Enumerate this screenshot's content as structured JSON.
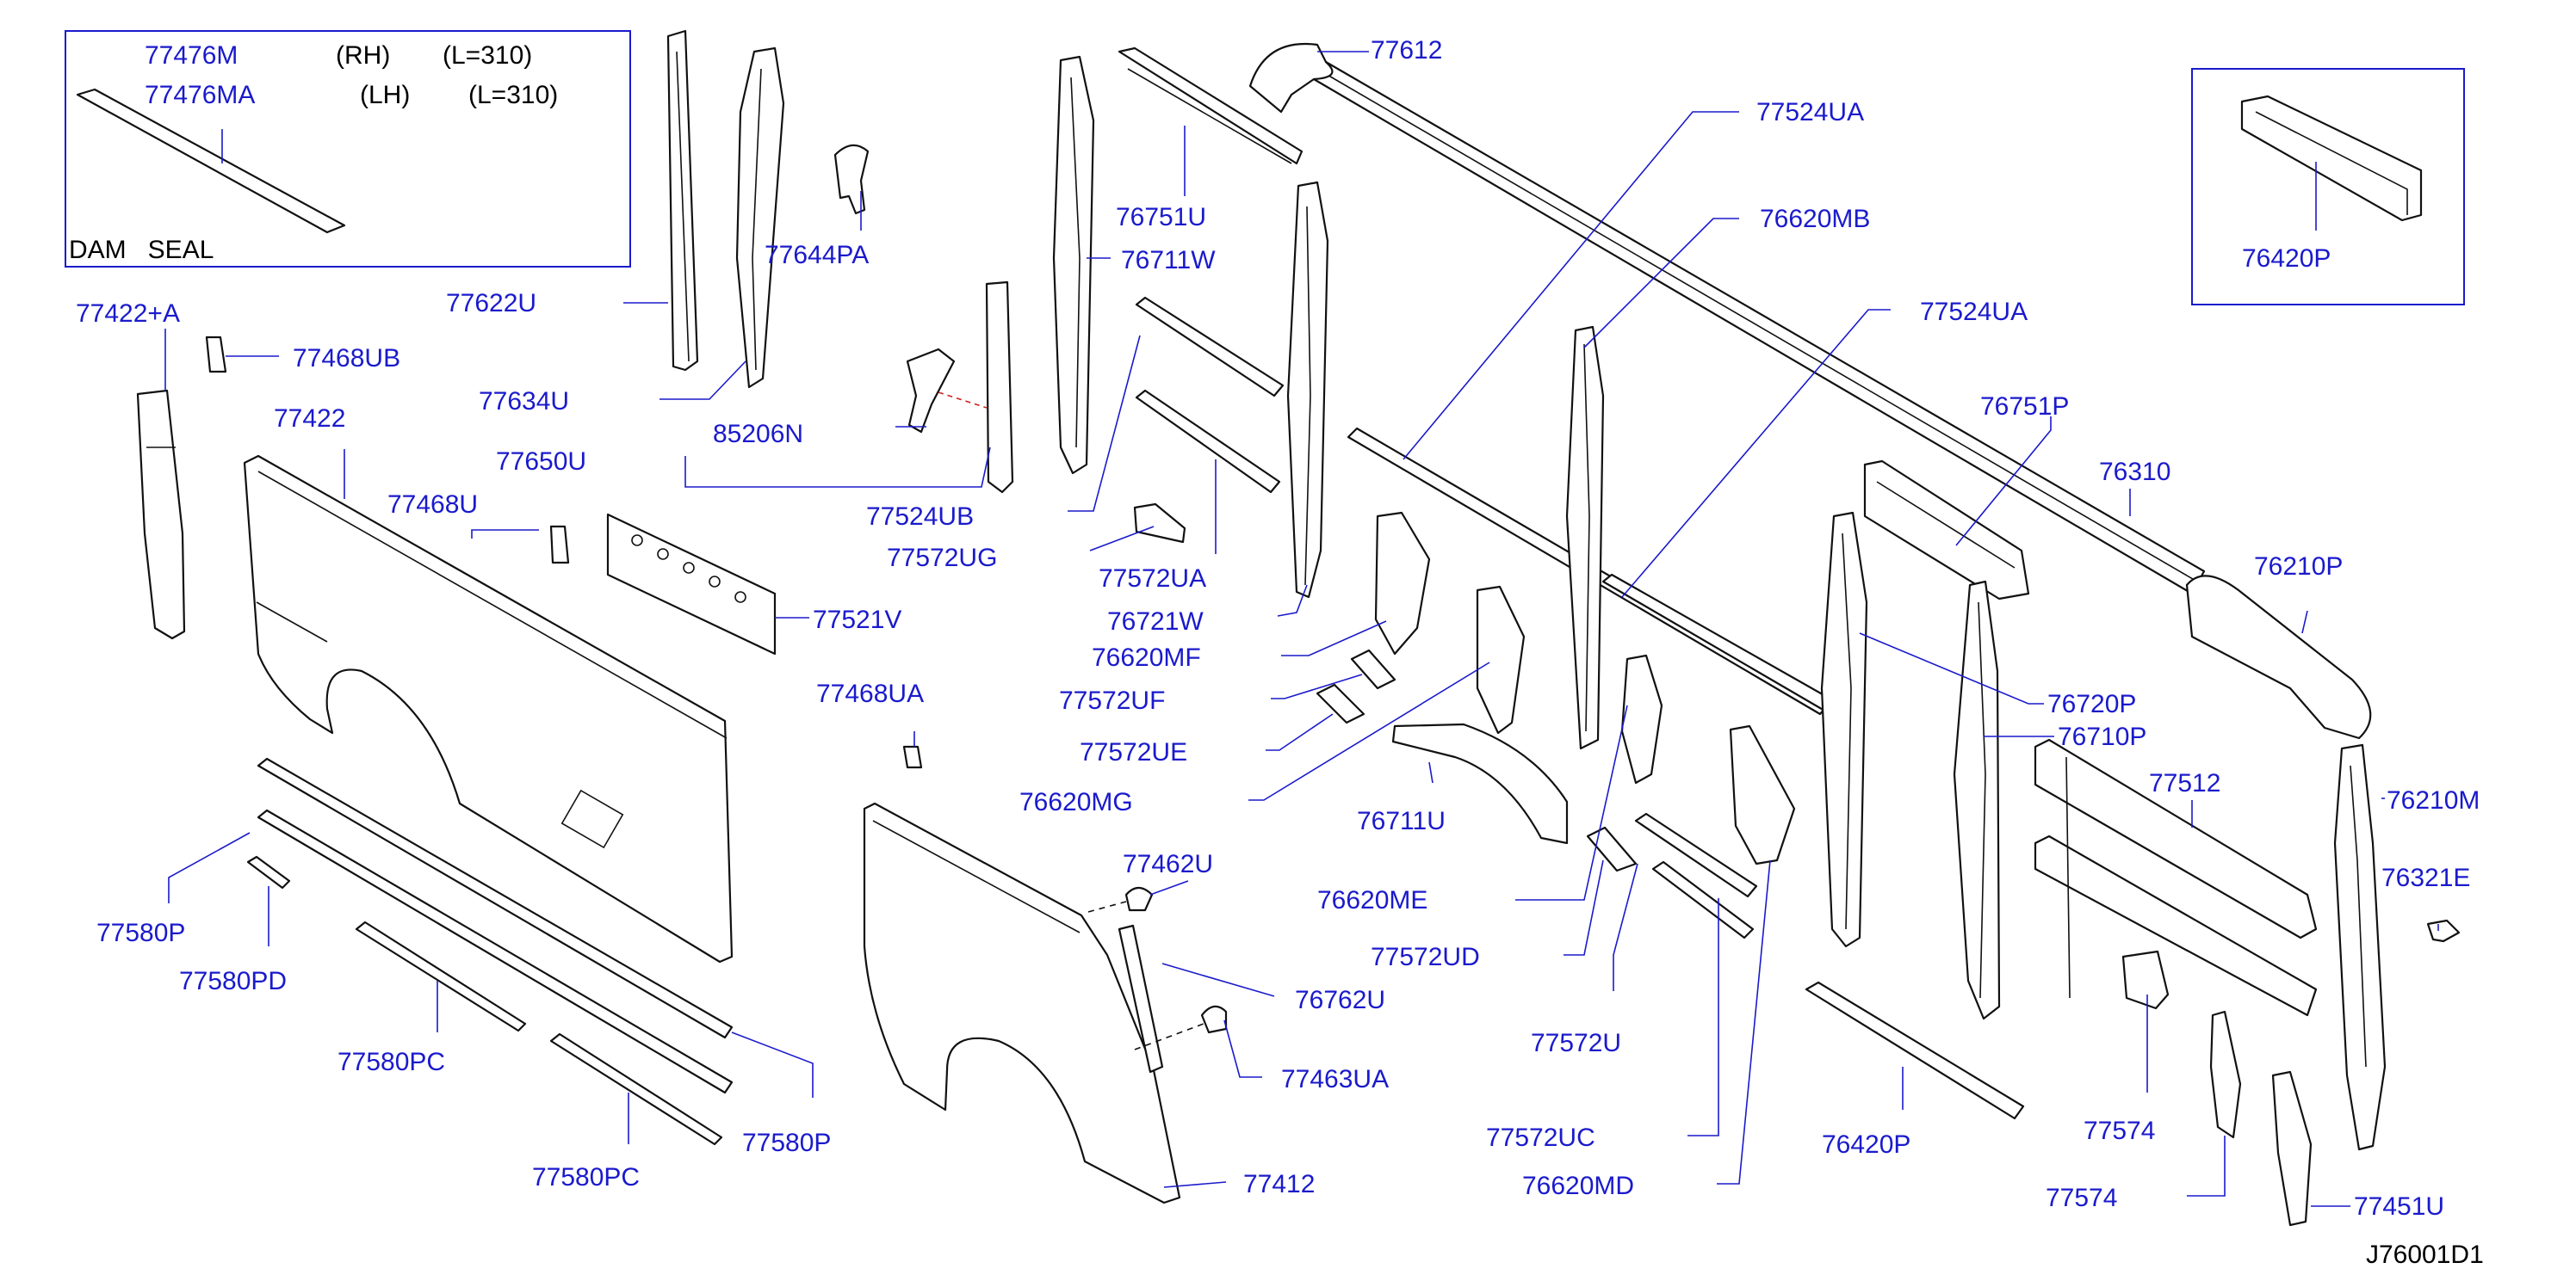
{
  "diagram": {
    "id_code": "J76001D1",
    "inset_dam_seal": {
      "part_rh": "77476M",
      "part_lh": "77476MA",
      "side_rh": "(RH)",
      "side_lh": "(LH)",
      "length_rh": "(L=310)",
      "length_lh": "(L=310)",
      "caption": "DAM   SEAL"
    },
    "inset_right": {
      "part": "76420P"
    },
    "labels": {
      "p77612": "77612",
      "p77524UA_1": "77524UA",
      "p76620MB": "76620MB",
      "p77524UA_2": "77524UA",
      "p76751P": "76751P",
      "p76310": "76310",
      "p76210P": "76210P",
      "p76720P": "76720P",
      "p76710P": "76710P",
      "p77512": "77512",
      "p76210M": "76210M",
      "p76321E": "76321E",
      "p77574_1": "77574",
      "p77574_2": "77574",
      "p77451U": "77451U",
      "p76420P": "76420P",
      "p76620MD": "76620MD",
      "p77572UC": "77572UC",
      "p77572U": "77572U",
      "p77572UD": "77572UD",
      "p76620ME": "76620ME",
      "p76711U": "76711U",
      "p76620MG": "76620MG",
      "p77572UE": "77572UE",
      "p77572UF": "77572UF",
      "p76620MF": "76620MF",
      "p76721W": "76721W",
      "p77572UA": "77572UA",
      "p77572UG": "77572UG",
      "p77524UB": "77524UB",
      "p76711W": "76711W",
      "p76751U": "76751U",
      "p77644PA": "77644PA",
      "p77622U": "77622U",
      "p77634U": "77634U",
      "p77650U": "77650U",
      "p85206N": "85206N",
      "p77422A": "77422+A",
      "p77468UB": "77468UB",
      "p77422": "77422",
      "p77468U": "77468U",
      "p77521V": "77521V",
      "p77468UA": "77468UA",
      "p77462U": "77462U",
      "p76762U": "76762U",
      "p77463UA": "77463UA",
      "p77412": "77412",
      "p77580P_1": "77580P",
      "p77580PD": "77580PD",
      "p77580PC_1": "77580PC",
      "p77580PC_2": "77580PC",
      "p77580P_2": "77580P"
    }
  }
}
